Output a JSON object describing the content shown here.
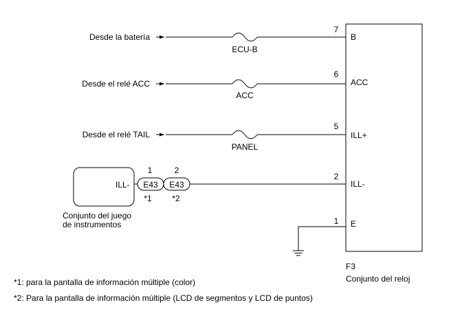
{
  "sources": [
    {
      "label": "Desde la batería",
      "fuse": "ECU-B",
      "pin": "7",
      "terminal": "B"
    },
    {
      "label": "Desde el relé ACC",
      "fuse": "ACC",
      "pin": "6",
      "terminal": "ACC"
    },
    {
      "label": "Desde el relé TAIL",
      "fuse": "PANEL",
      "pin": "5",
      "terminal": "ILL+"
    }
  ],
  "instrument_cluster": {
    "terminal": "ILL-",
    "name_line1": "Conjunto del juego",
    "name_line2": "de instrumentos",
    "connectors": [
      {
        "code": "E43",
        "pin": "1",
        "note": "*1"
      },
      {
        "code": "E43",
        "pin": "2",
        "note": "*2"
      }
    ]
  },
  "clock": {
    "code": "F3",
    "name": "Conjunto del reloj",
    "ill_minus": {
      "pin": "2",
      "terminal": "ILL-"
    },
    "ground": {
      "pin": "1",
      "terminal": "E"
    }
  },
  "footnotes": [
    "*1: para la pantalla de información múltiple (color)",
    "*2: Para la pantalla de información múltiple (LCD de segmentos y LCD de puntos)"
  ]
}
